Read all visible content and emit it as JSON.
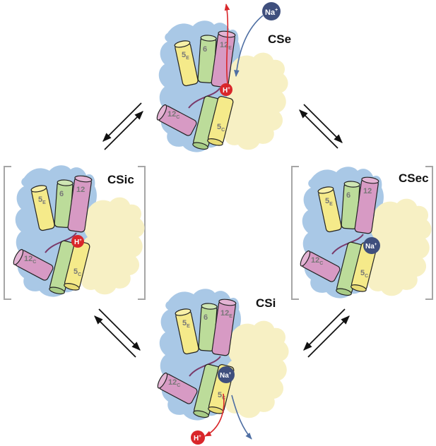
{
  "states": {
    "cse": {
      "label": "CSe",
      "ion": "H",
      "ion_sup": "+"
    },
    "csic": {
      "label": "CSic",
      "ion": "H",
      "ion_sup": "+"
    },
    "csec": {
      "label": "CSec",
      "ion": "Na",
      "ion_sup": "+"
    },
    "csi": {
      "label": "CSi",
      "ion": "Na",
      "ion_sup": "+"
    }
  },
  "helices": {
    "h5e": "5",
    "h5e_sub": "E",
    "h6": "6",
    "h12": "12",
    "h12e_sub": "E",
    "h12c": "12",
    "h12c_sub": "C",
    "h5c": "5",
    "h5c_sub": "C"
  },
  "transport": {
    "top_ion": "Na",
    "top_ion_sup": "+",
    "bottom_ion": "H",
    "bottom_ion_sup": "+"
  },
  "colors": {
    "membrane_blue": "#a9c8e6",
    "partner_yellow": "#f7f0c4",
    "helix_yellow": "#f5ea8a",
    "helix_green": "#bcdc9a",
    "helix_pink": "#d79ac4",
    "proton_red": "#d9262a",
    "sodium_navy": "#3f4f7d",
    "arrow_red": "#d9262a",
    "arrow_blue": "#4f6fa3",
    "bracket_gray": "#a6a6a6"
  }
}
